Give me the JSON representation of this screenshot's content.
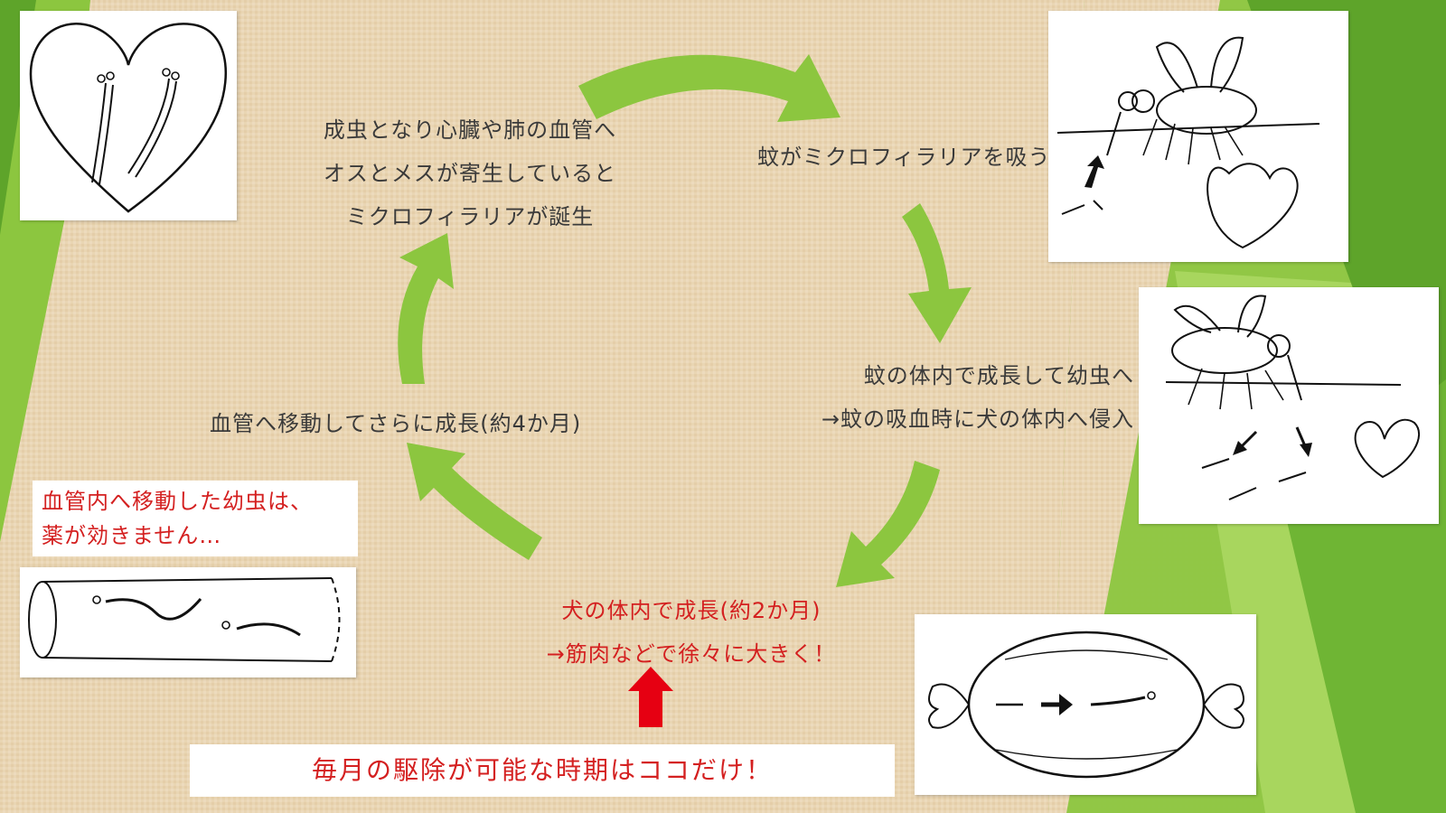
{
  "captions": {
    "adult_heart": [
      "成虫となり心臓や肺の血管へ",
      "オスとメスが寄生していると",
      "ミクロフィラリアが誕生"
    ],
    "mosquito_sucks": "蚊がミクロフィラリアを吸う",
    "mosquito_growth": [
      "蚊の体内で成長して幼虫へ",
      "→蚊の吸血時に犬の体内へ侵入"
    ],
    "dog_growth": [
      "犬の体内で成長(約2か月)",
      "→筋肉などで徐々に大きく！"
    ],
    "vessel_growth": "血管へ移動してさらに成長(約4か月)"
  },
  "note": [
    "血管内へ移動した幼虫は、",
    "薬が効きません…"
  ],
  "notice": "毎月の駆除が可能な時期はココだけ！",
  "colors": {
    "accent_green": "#8cc63f",
    "alert_red": "#d42020",
    "background": "#e8d3b0"
  }
}
